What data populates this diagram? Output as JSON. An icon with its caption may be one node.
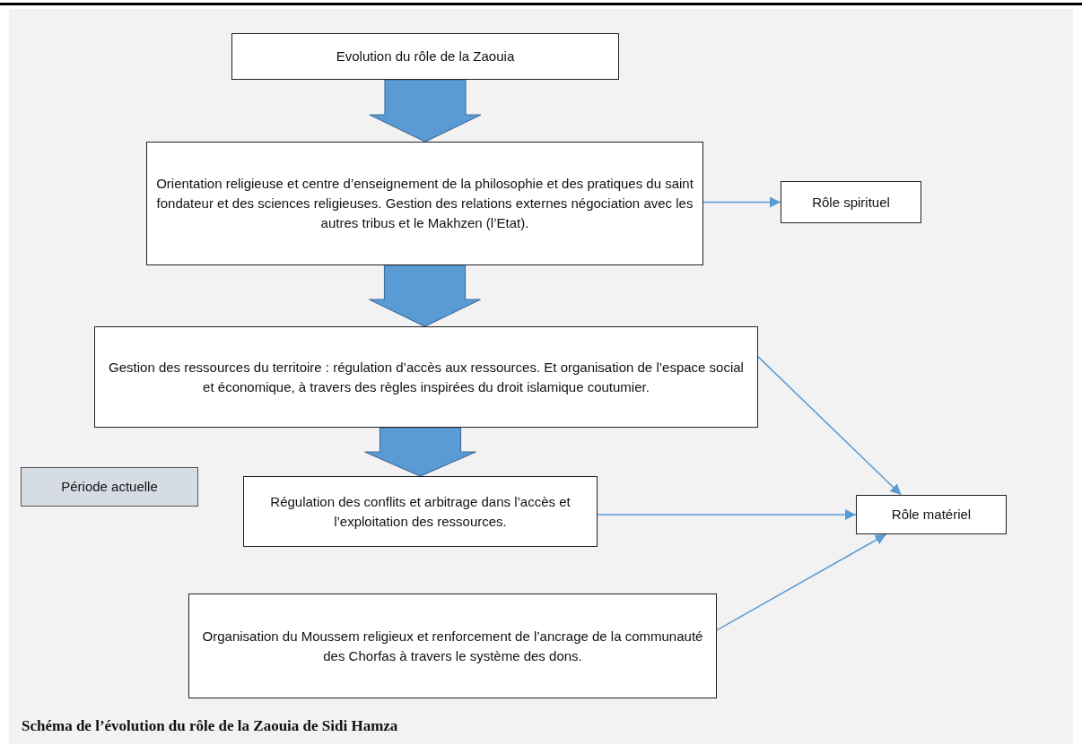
{
  "diagram": {
    "caption": "Schéma de l’évolution du rôle de la Zaouia de Sidi Hamza",
    "nodes": [
      {
        "text": [
          "Evolution du rôle de la Zaouia"
        ]
      },
      {
        "text": [
          "Orientation religieuse et centre d’enseignement de la philosophie et des pratiques du saint fondateur et des sciences religieuses. Gestion des relations externes négociation avec les autres tribus et le Makhzen (l’Etat)."
        ]
      },
      {
        "text": [
          "Rôle spirituel"
        ]
      },
      {
        "text": [
          "Gestion des ressources du territoire : régulation d’accès aux ressources. Et organisation de l’espace social et économique, à travers des règles inspirées du droit islamique coutumier."
        ]
      },
      {
        "text": [
          "Période actuelle"
        ]
      },
      {
        "text": [
          "Régulation des conflits et arbitrage dans l’accès et l’exploitation des ressources."
        ]
      },
      {
        "text": [
          "Rôle matériel"
        ]
      },
      {
        "text": [
          "Organisation du Moussem religieux et renforcement de l’ancrage de la communauté des Chorfas à travers le système des dons."
        ]
      }
    ],
    "edges": [
      {
        "from": 0,
        "to": 1,
        "arrow": "to",
        "style": "thick"
      },
      {
        "from": 1,
        "to": 3,
        "arrow": "to",
        "style": "thick"
      },
      {
        "from": 3,
        "to": 5,
        "arrow": "to",
        "style": "thick"
      },
      {
        "from": 1,
        "to": 2,
        "arrow": "to"
      },
      {
        "from": 3,
        "to": 6,
        "arrow": "to"
      },
      {
        "from": 5,
        "to": 6,
        "arrow": "to"
      },
      {
        "from": 7,
        "to": 6,
        "arrow": "to"
      }
    ]
  }
}
